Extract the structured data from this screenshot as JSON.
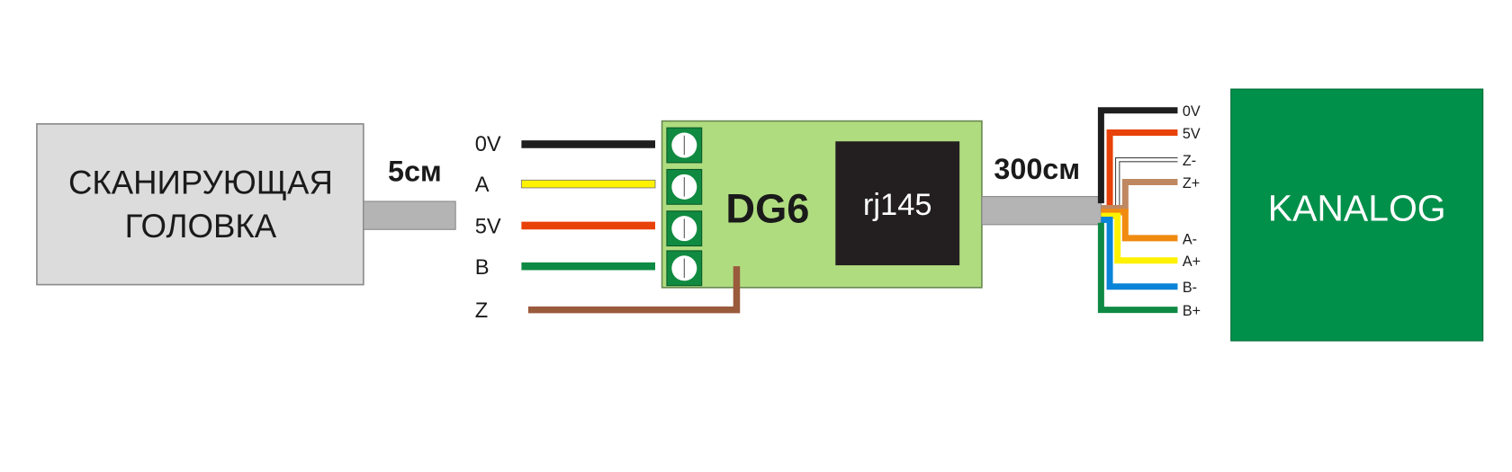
{
  "scanner_head": {
    "line1": "СКАНИРУЮЩАЯ",
    "line2": "ГОЛОВКА"
  },
  "short_cable": {
    "length": "5см"
  },
  "long_cable": {
    "length": "300см"
  },
  "module": {
    "name": "DG6",
    "connector": "rj145"
  },
  "left_wires": [
    {
      "label": "0V",
      "color": "#1e1e1e"
    },
    {
      "label": "A",
      "color": "#fff200"
    },
    {
      "label": "5V",
      "color": "#e8420a"
    },
    {
      "label": "B",
      "color": "#0e8a44"
    },
    {
      "label": "Z",
      "color": "#9a5a3c"
    }
  ],
  "right_wires": [
    {
      "label": "0V",
      "color": "#1e1e1e"
    },
    {
      "label": "5V",
      "color": "#e8420a"
    },
    {
      "label": "Z-",
      "color": "#ffffff"
    },
    {
      "label": "Z+",
      "color": "#c08860"
    },
    {
      "label": "A-",
      "color": "#f08a10"
    },
    {
      "label": "A+",
      "color": "#fff200"
    },
    {
      "label": "B-",
      "color": "#0a84d8"
    },
    {
      "label": "B+",
      "color": "#0e8a44"
    }
  ],
  "controller": {
    "name": "KANALOG",
    "color": "#00904a"
  }
}
